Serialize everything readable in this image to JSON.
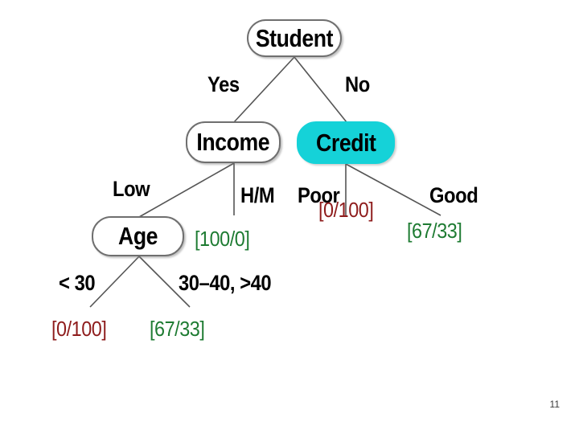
{
  "slide": {
    "page_number": "11",
    "background_color": "#FFFFFF"
  },
  "colors": {
    "highlight": "#15D2D8",
    "positive_leaf": "#1E7B32",
    "negative_leaf": "#8E1C1C",
    "node_border": "#6F6F6F",
    "edge": "#555555"
  },
  "tree": {
    "nodes": [
      {
        "id": "student",
        "label": "Student",
        "highlighted": false
      },
      {
        "id": "income",
        "label": "Income",
        "highlighted": false
      },
      {
        "id": "credit",
        "label": "Credit",
        "highlighted": true
      },
      {
        "id": "age",
        "label": "Age",
        "highlighted": false
      }
    ],
    "edge_labels": [
      {
        "id": "student-yes",
        "text": "Yes"
      },
      {
        "id": "student-no",
        "text": "No"
      },
      {
        "id": "income-low",
        "text": "Low"
      },
      {
        "id": "income-hm",
        "text": "H/M"
      },
      {
        "id": "credit-poor",
        "text": "Poor"
      },
      {
        "id": "credit-good",
        "text": "Good"
      },
      {
        "id": "age-under30",
        "text": "< 30"
      },
      {
        "id": "age-30to40plus",
        "text": "30–40, >40"
      }
    ],
    "leaves": [
      {
        "id": "income-hm-leaf",
        "text": "[100/0]",
        "class": "pos"
      },
      {
        "id": "credit-poor-leaf",
        "text": "[0/100]",
        "class": "neg"
      },
      {
        "id": "credit-good-leaf",
        "text": "[67/33]",
        "class": "pos"
      },
      {
        "id": "age-under30-leaf",
        "text": "[0/100]",
        "class": "neg"
      },
      {
        "id": "age-over30-leaf",
        "text": "[67/33]",
        "class": "pos"
      }
    ]
  }
}
